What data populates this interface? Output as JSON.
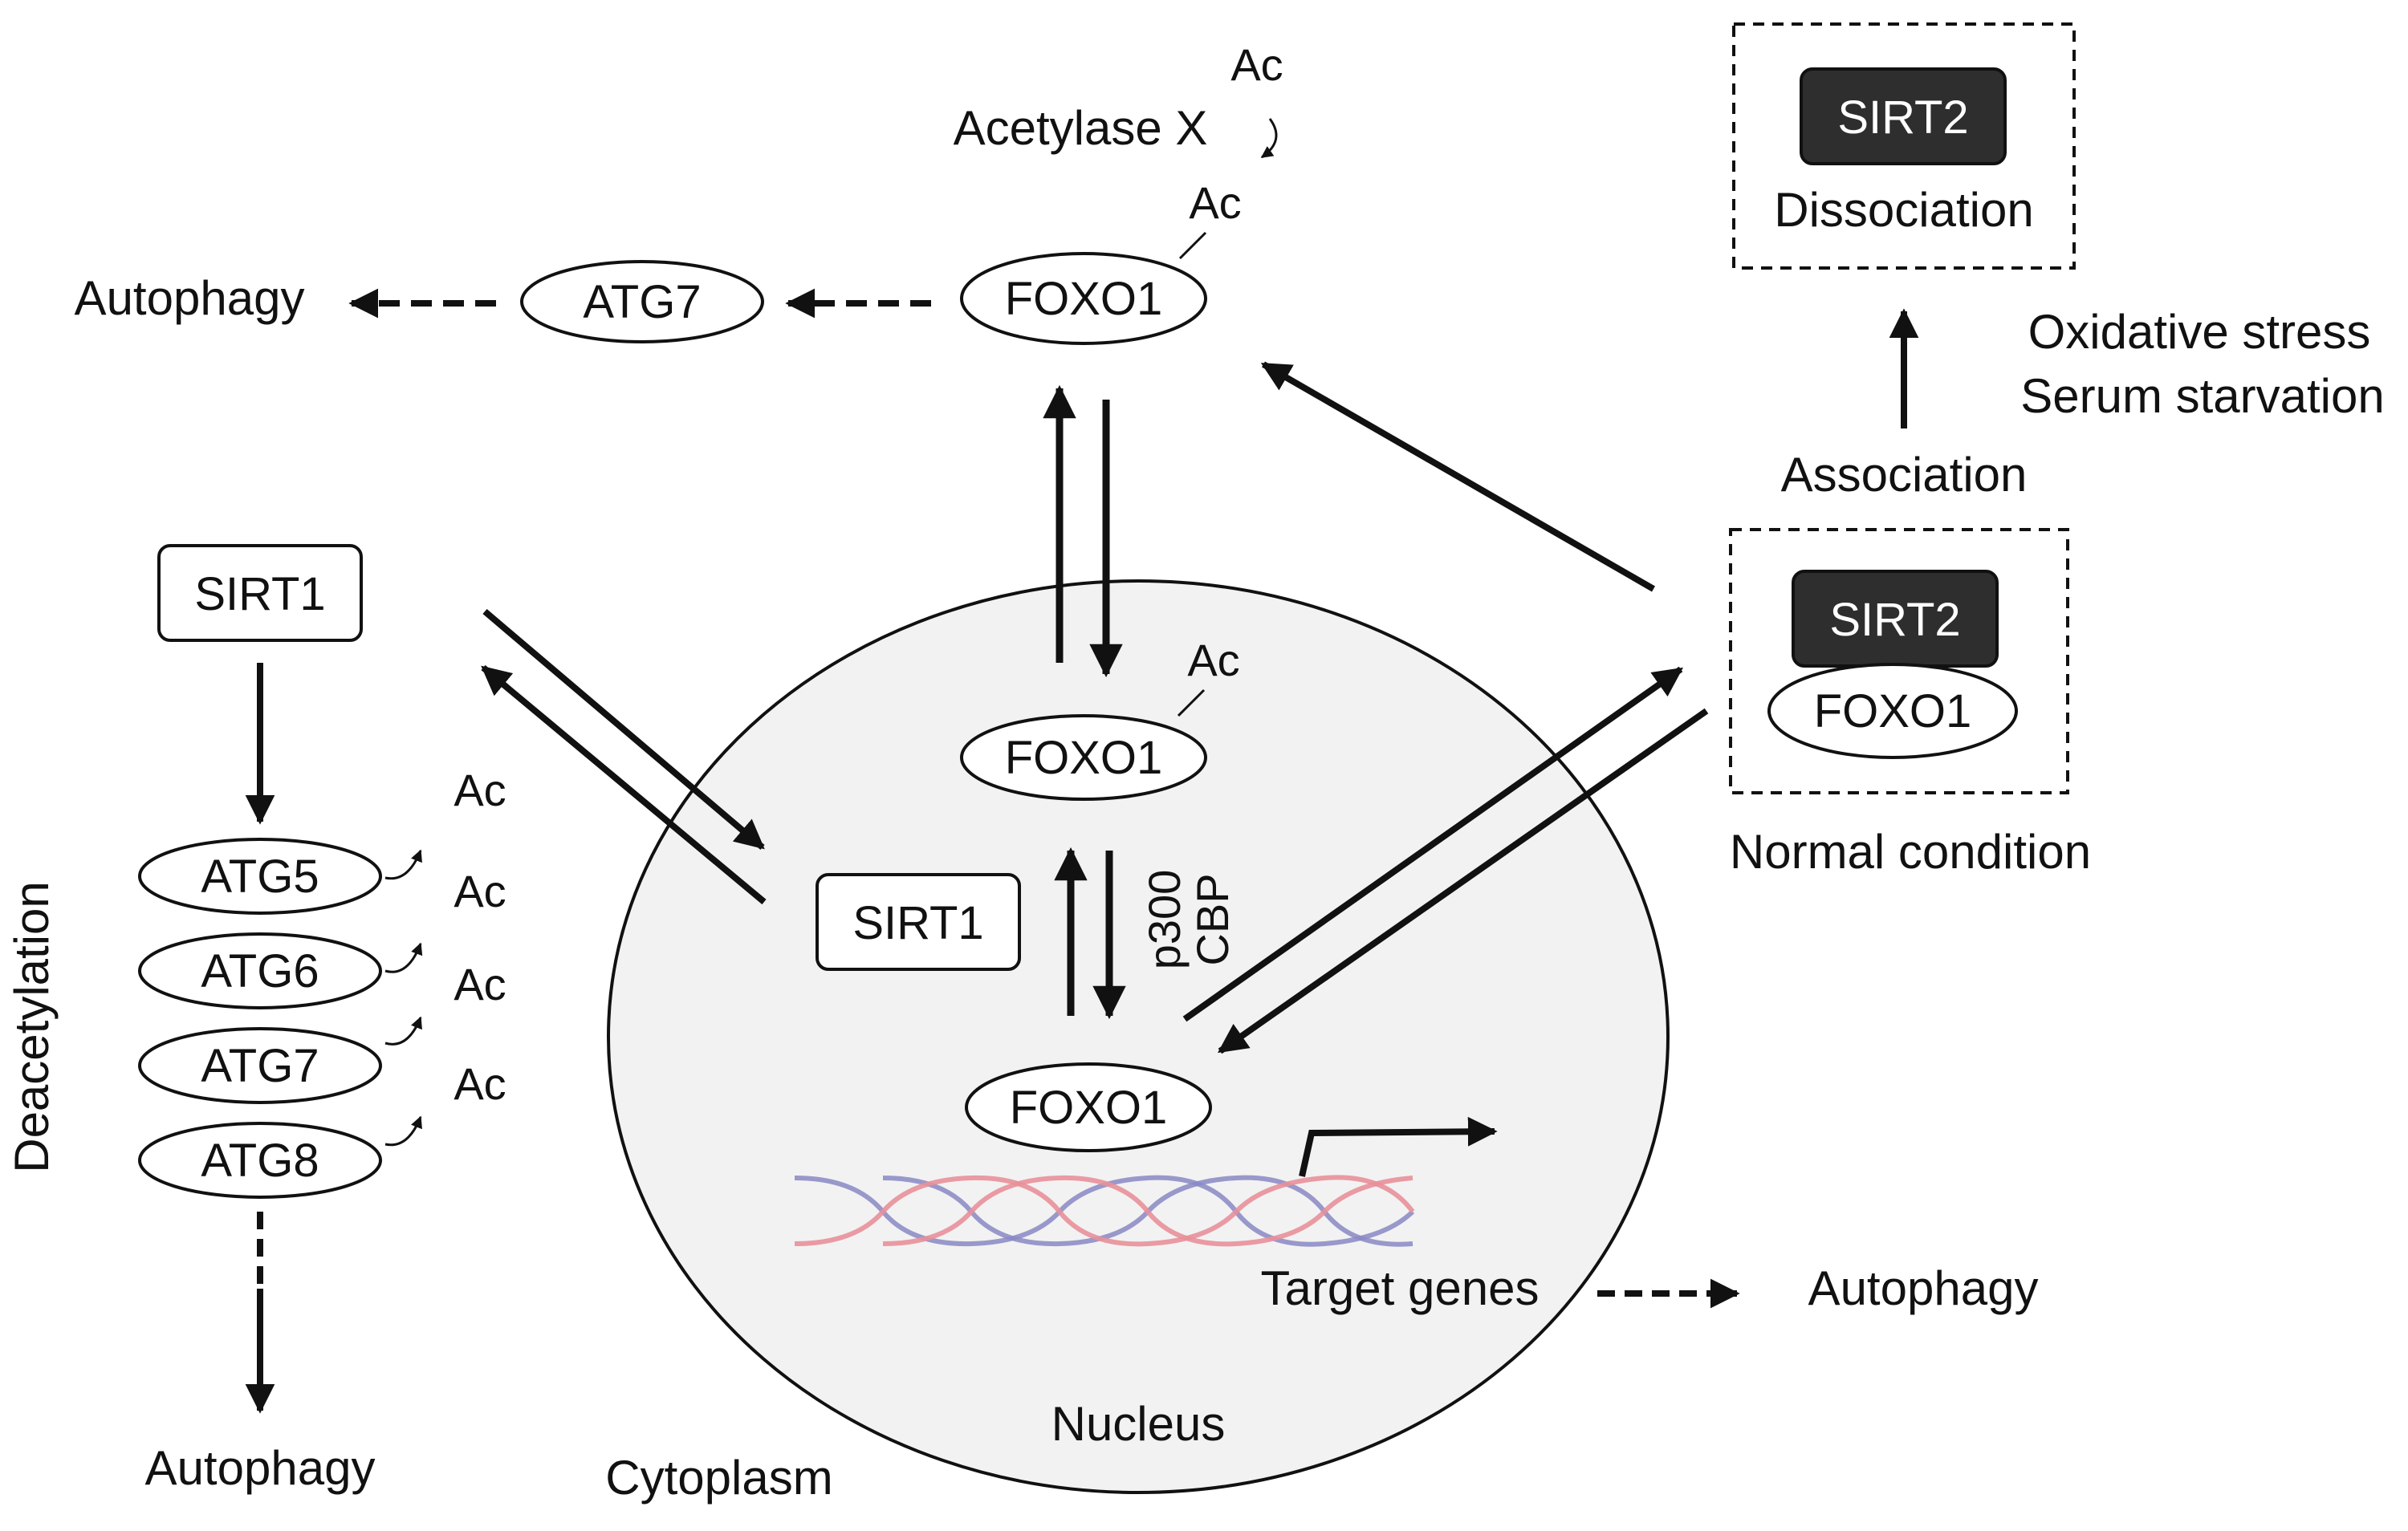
{
  "acetylation": {
    "enzyme": "Acetylase X",
    "ac_label": "Ac"
  },
  "cytoplasm_foxo1": {
    "label": "FOXO1",
    "ac_label": "Ac"
  },
  "cytoplasm_autophagy_path": {
    "atg7_label": "ATG7",
    "autophagy_label": "Autophagy"
  },
  "sirt1_cytoplasm": {
    "label": "SIRT1"
  },
  "atg_proteins": {
    "items": [
      {
        "label": "ATG5",
        "ac_label": "Ac"
      },
      {
        "label": "ATG6",
        "ac_label": "Ac"
      },
      {
        "label": "ATG7",
        "ac_label": "Ac"
      },
      {
        "label": "ATG8",
        "ac_label": "Ac"
      }
    ],
    "process_label": "Deacetylation",
    "autophagy_label": "Autophagy"
  },
  "nucleus": {
    "label": "Nucleus",
    "foxo1_acetylated_label": "FOXO1",
    "ac_label": "Ac",
    "sirt1_label": "SIRT1",
    "p300_label": "p300",
    "cbp_label": "CBP",
    "foxo1_label": "FOXO1",
    "target_genes_label": "Target genes",
    "autophagy_label": "Autophagy"
  },
  "cytoplasm_label": "Cytoplasm",
  "sirt2_complex": {
    "sirt2_label": "SIRT2",
    "foxo1_label": "FOXO1",
    "condition_label": "Normal condition"
  },
  "sirt2_dissociated": {
    "sirt2_label": "SIRT2",
    "state_label": "Dissociation"
  },
  "stress": {
    "association_label": "Association",
    "stimulus_1": "Oxidative stress",
    "stimulus_2": "Serum starvation"
  },
  "colors": {
    "nucleus_fill": "#f2f2f2",
    "sirt2_fill": "#2e2e2e",
    "dna_strand_red": "#e8909a",
    "dna_strand_blue": "#8a88c4",
    "stroke": "#111111"
  }
}
